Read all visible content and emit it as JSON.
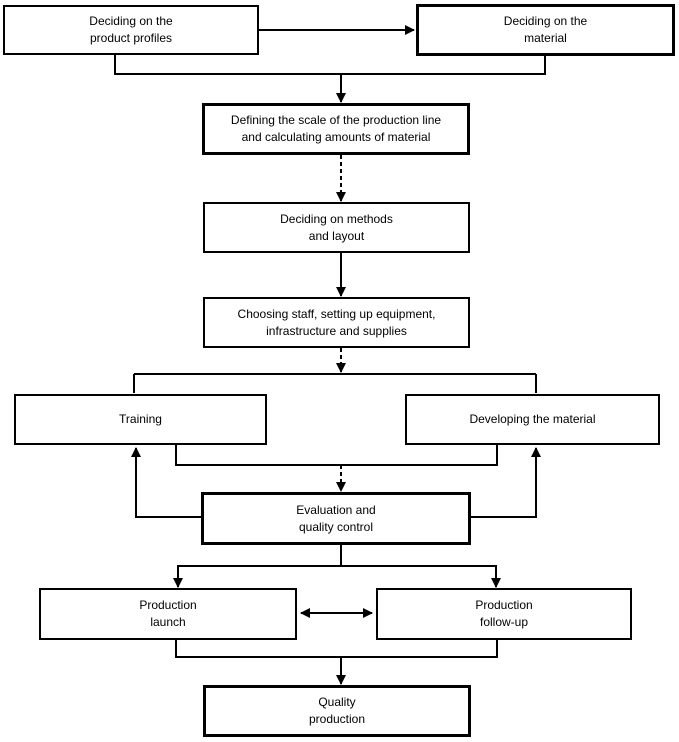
{
  "boxes": {
    "product_profiles": "Deciding on the\nproduct profiles",
    "material": "Deciding on the\nmaterial",
    "scale": "Defining the scale of the production line\nand calculating amounts of material",
    "methods": "Deciding on methods\nand layout",
    "staff": "Choosing staff, setting up equipment,\ninfrastructure and supplies",
    "training": "Training",
    "developing": "Developing the material",
    "evaluation": "Evaluation and\nquality control",
    "launch": "Production\nlaunch",
    "followup": "Production\nfollow-up",
    "quality": "Quality\nproduction"
  }
}
